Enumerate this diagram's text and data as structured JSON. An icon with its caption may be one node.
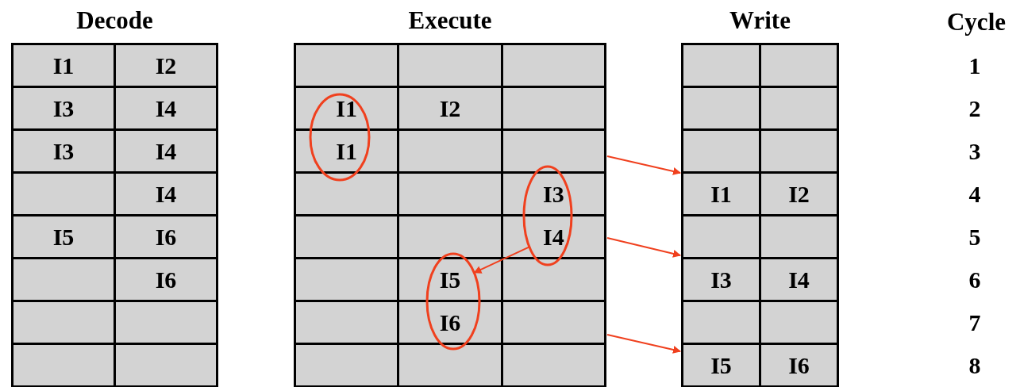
{
  "diagram": {
    "nodes": [
      {
        "text": [
          "Decode"
        ]
      },
      {
        "text": [
          "Execute"
        ]
      },
      {
        "text": [
          "Write"
        ]
      },
      {
        "text": [],
        "shape": "ellipse",
        "in": 1
      },
      {
        "text": [],
        "shape": "ellipse",
        "in": 1
      },
      {
        "text": [],
        "shape": "ellipse",
        "in": 1
      }
    ],
    "edges": [
      {
        "from": 4,
        "to": 5,
        "arrow": "to"
      },
      {
        "from": 1,
        "to": 2,
        "arrow": "to"
      },
      {
        "from": 1,
        "to": 2,
        "arrow": "to"
      },
      {
        "from": 1,
        "to": 2,
        "arrow": "to"
      }
    ],
    "labels": [
      "I1",
      "I2",
      "I3",
      "I4",
      "I3",
      "I4",
      "I4",
      "I5",
      "I6",
      "I6",
      "I1",
      "I2",
      "I1",
      "I3",
      "I4",
      "I5",
      "I6",
      "I1",
      "I2",
      "I3",
      "I4",
      "I5",
      "I6",
      "Cycle",
      "1",
      "2",
      "3",
      "4",
      "5",
      "6",
      "7",
      "8"
    ]
  }
}
